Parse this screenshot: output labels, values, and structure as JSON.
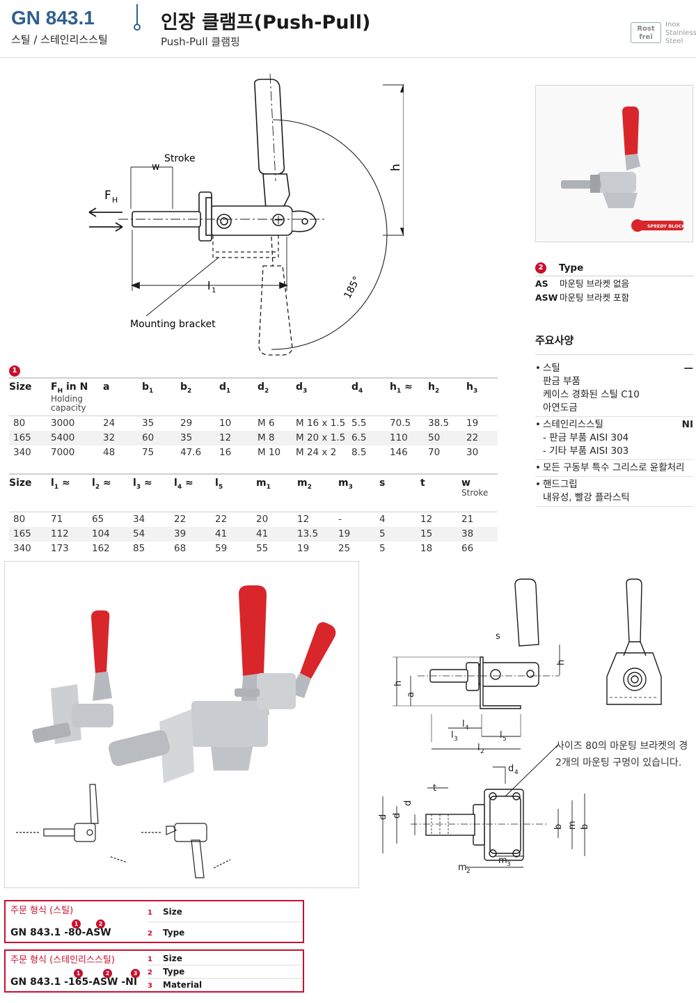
{
  "header": {
    "code": "GN 843.1",
    "subtitle": "스틸 / 스테인리스스틸",
    "title": "인장 클램프(Push-Pull)",
    "title2": "Push-Pull 클램핑",
    "badge_rost": [
      "Rost",
      "frei"
    ],
    "badge_inox": [
      "Inox",
      "Stainless",
      "Steel"
    ]
  },
  "drawing_labels": {
    "stroke": "Stroke",
    "w": "w",
    "fh": "F",
    "fh_sub": "H",
    "h1": "h",
    "h1_sub": "1",
    "l1": "l",
    "l1_sub": "1",
    "angle": "185°",
    "mounting": "Mounting bracket",
    "s": "s",
    "h2": "h",
    "h2_sub": "2",
    "a": "a",
    "h3": "h",
    "h3_sub": "3",
    "l4": "l",
    "l4_sub": "4",
    "l3": "l",
    "l3_sub": "3",
    "l5": "l",
    "l5_sub": "5",
    "l2": "l",
    "l2_sub": "2",
    "d4": "d",
    "d4_sub": "4",
    "t": "t",
    "d2": "d",
    "d2_sub": "2",
    "d3": "d",
    "d3_sub": "3",
    "d1": "d",
    "d1_sub": "1",
    "b2": "b",
    "b2_sub": "2",
    "m1": "m",
    "m1_sub": "1",
    "b1": "b",
    "b1_sub": "1",
    "m2": "m",
    "m2_sub": "2",
    "m3": "m",
    "m3_sub": "3"
  },
  "note_text": [
    "사이즈 80의 마운팅 브라켓의 경",
    "2개의 마운팅 구멍이 있습니다."
  ],
  "logo_text": "SPEEDY BLOCK",
  "table1": {
    "badge": "1",
    "headers": [
      {
        "main": "Size",
        "sub": ""
      },
      {
        "main": "F",
        "msub": "H",
        "tail": " in N",
        "sub": "Holding capacity"
      },
      {
        "main": "a",
        "sub": ""
      },
      {
        "main": "b",
        "msub": "1",
        "sub": ""
      },
      {
        "main": "b",
        "msub": "2",
        "sub": ""
      },
      {
        "main": "d",
        "msub": "1",
        "sub": ""
      },
      {
        "main": "d",
        "msub": "2",
        "sub": ""
      },
      {
        "main": "d",
        "msub": "3",
        "sub": ""
      },
      {
        "main": "d",
        "msub": "4",
        "sub": ""
      },
      {
        "main": "h",
        "msub": "1",
        "tail": " ≈",
        "sub": ""
      },
      {
        "main": "h",
        "msub": "2",
        "sub": ""
      },
      {
        "main": "h",
        "msub": "3",
        "sub": ""
      }
    ],
    "rows": [
      [
        "80",
        "3000",
        "24",
        "35",
        "29",
        "10",
        "M   6",
        "M 16 x 1.5",
        "5.5",
        "70.5",
        "38.5",
        "19"
      ],
      [
        "165",
        "5400",
        "32",
        "60",
        "35",
        "12",
        "M   8",
        "M 20 x 1.5",
        "6.5",
        "110",
        "50",
        "22"
      ],
      [
        "340",
        "7000",
        "48",
        "75",
        "47.6",
        "16",
        "M 10",
        "M 24 x 2",
        "8.5",
        "146",
        "70",
        "30"
      ]
    ]
  },
  "table2": {
    "headers": [
      {
        "main": "Size",
        "sub": ""
      },
      {
        "main": "l",
        "msub": "1",
        "tail": " ≈",
        "sub": ""
      },
      {
        "main": "l",
        "msub": "2",
        "tail": " ≈",
        "sub": ""
      },
      {
        "main": "l",
        "msub": "3",
        "tail": " ≈",
        "sub": ""
      },
      {
        "main": "l",
        "msub": "4",
        "tail": " ≈",
        "sub": ""
      },
      {
        "main": "l",
        "msub": "5",
        "sub": ""
      },
      {
        "main": "m",
        "msub": "1",
        "sub": ""
      },
      {
        "main": "m",
        "msub": "2",
        "sub": ""
      },
      {
        "main": "m",
        "msub": "3",
        "sub": ""
      },
      {
        "main": "s",
        "sub": ""
      },
      {
        "main": "t",
        "sub": ""
      },
      {
        "main": "w",
        "sub": "Stroke"
      }
    ],
    "rows": [
      [
        "80",
        "71",
        "65",
        "34",
        "22",
        "22",
        "20",
        "12",
        "-",
        "4",
        "12",
        "21"
      ],
      [
        "165",
        "112",
        "104",
        "54",
        "39",
        "41",
        "41",
        "13.5",
        "19",
        "5",
        "15",
        "38"
      ],
      [
        "340",
        "173",
        "162",
        "85",
        "68",
        "59",
        "55",
        "19",
        "25",
        "5",
        "18",
        "66"
      ]
    ]
  },
  "type_section": {
    "badge": "2",
    "title": "Type",
    "items": [
      {
        "code": "AS",
        "desc": "마운팅 브라켓 없음"
      },
      {
        "code": "ASW",
        "desc": "마운팅 브라켓 포함"
      }
    ]
  },
  "specs": {
    "title": "주요사양",
    "items": [
      {
        "bullet": "•",
        "lines": [
          "스틸",
          "판금 부품",
          "케이스 경화된 스틸 C10",
          "아연도금"
        ],
        "code": "—"
      },
      {
        "bullet": "•",
        "lines": [
          "스테인리스스틸",
          "- 판금 부품 AISI 304",
          "- 기타 부품 AISI 303"
        ],
        "code": "NI"
      },
      {
        "bullet": "•",
        "lines": [
          "모든 구동부 특수 그리스로 윤활처리"
        ],
        "code": ""
      },
      {
        "bullet": "•",
        "lines": [
          "핸드그립",
          "내유성, 빨강 플라스틱"
        ],
        "code": ""
      }
    ]
  },
  "order1": {
    "label": "주문 형식 (스틸)",
    "code": [
      "GN  843.1",
      "-80",
      "-ASW"
    ],
    "badges": [
      "1",
      "2"
    ],
    "rows": [
      {
        "n": "1",
        "t": "Size"
      },
      {
        "n": "2",
        "t": "Type"
      }
    ]
  },
  "order2": {
    "label": "주문 형식 (스테인리스스틸)",
    "code": [
      "GN  843.1",
      "-165",
      "-ASW",
      "-NI"
    ],
    "badges": [
      "1",
      "2",
      "3"
    ],
    "rows": [
      {
        "n": "1",
        "t": "Size"
      },
      {
        "n": "2",
        "t": "Type"
      },
      {
        "n": "3",
        "t": "Material"
      }
    ]
  }
}
